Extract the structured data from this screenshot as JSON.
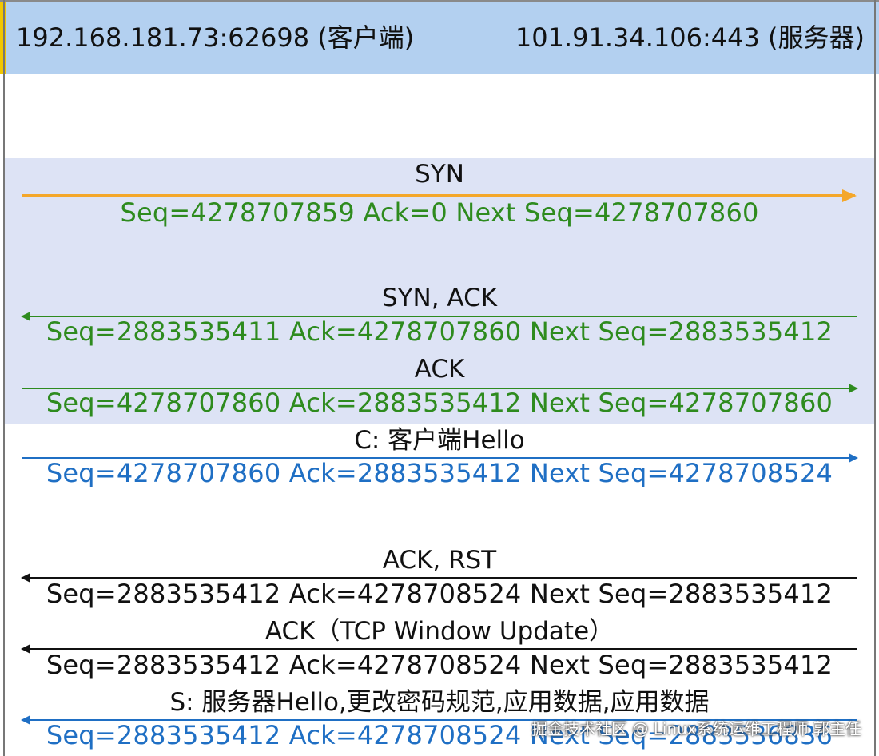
{
  "header": {
    "client": "192.168.181.73:62698  (客户端)",
    "server": "101.91.34.106:443 (服务器)"
  },
  "packets": [
    {
      "label": "SYN",
      "seq": "Seq=4278707859  Ack=0  Next Seq=4278707860",
      "direction": "right",
      "arrow_color": "#f4a72a",
      "text_color": "#2e8b1e"
    },
    {
      "label": "SYN, ACK",
      "seq": "Seq=2883535411   Ack=4278707860   Next Seq=2883535412",
      "direction": "left",
      "arrow_color": "#2e8b1e",
      "text_color": "#2e8b1e"
    },
    {
      "label": "ACK",
      "seq": "Seq=4278707860   Ack=2883535412   Next Seq=4278707860",
      "direction": "right",
      "arrow_color": "#2e8b1e",
      "text_color": "#2e8b1e"
    },
    {
      "label": "C: 客户端Hello",
      "seq": "Seq=4278707860   Ack=2883535412   Next Seq=4278708524",
      "direction": "right",
      "arrow_color": "#1f6fc4",
      "text_color": "#1f6fc4"
    },
    {
      "label": "ACK, RST",
      "seq": "Seq=2883535412   Ack=4278708524   Next Seq=2883535412",
      "direction": "left",
      "arrow_color": "#111111",
      "text_color": "#111111"
    },
    {
      "label": "ACK（TCP Window Update）",
      "seq": "Seq=2883535412   Ack=4278708524   Next Seq=2883535412",
      "direction": "left",
      "arrow_color": "#111111",
      "text_color": "#111111"
    },
    {
      "label": "S: 服务器Hello,更改密码规范,应用数据,应用数据",
      "seq": "Seq=2883535412   Ack=4278708524   Next Seq=2883536836",
      "direction": "left",
      "arrow_color": "#1f6fc4",
      "text_color": "#1f6fc4"
    }
  ],
  "watermark": "掘金技术社区 @ Linux系统运维工程师 郭主任",
  "colors": {
    "header_bg": "#b3d0f0",
    "header_accent": "#f2c700",
    "handshake_band": "#dde3f5"
  }
}
